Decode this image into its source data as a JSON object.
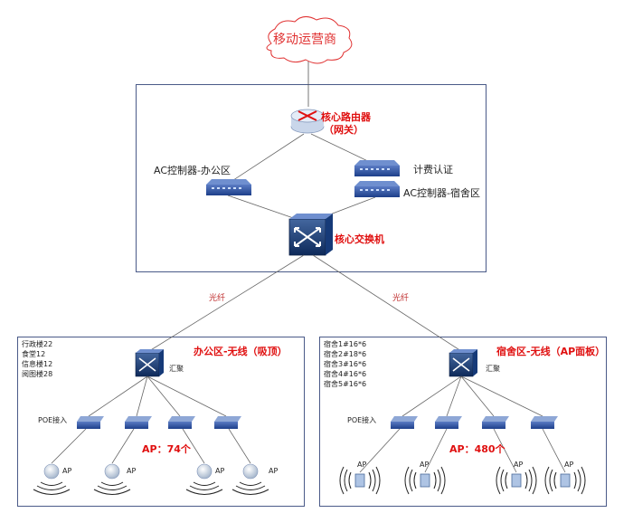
{
  "cloud": {
    "label": "移动运营商"
  },
  "core_router": {
    "label_line1": "核心路由器",
    "label_line2": "（网关）"
  },
  "ac_office": {
    "label": "AC控制器-办公区"
  },
  "billing": {
    "label": "计费认证"
  },
  "ac_dorm": {
    "label": "AC控制器-宿舍区"
  },
  "core_switch": {
    "label": "核心交换机"
  },
  "links": {
    "fiber_left": "光纤",
    "fiber_right": "光纤"
  },
  "office": {
    "title": "办公区-无线（吸顶）",
    "notes": [
      "行政楼22",
      "食堂12",
      "信息楼12",
      "阅图楼28"
    ],
    "agg_label": "汇聚",
    "poe_label": "POE接入",
    "ap_count": "AP：74个",
    "ap_labels": [
      "AP",
      "AP",
      "AP",
      "AP"
    ]
  },
  "dorm": {
    "title": "宿舍区-无线（AP面板）",
    "notes": [
      "宿舍1#16*6",
      "宿舍2#18*6",
      "宿舍3#16*6",
      "宿舍4#16*6",
      "宿舍5#16*6"
    ],
    "agg_label": "汇聚",
    "poe_label": "POE接入",
    "ap_count": "AP：480个",
    "ap_labels": [
      "AP",
      "AP",
      "AP",
      "AP"
    ]
  },
  "colors": {
    "frame": "#4a5a88",
    "accent_red": "#e01010",
    "device_blue": "#2a4d9a"
  }
}
